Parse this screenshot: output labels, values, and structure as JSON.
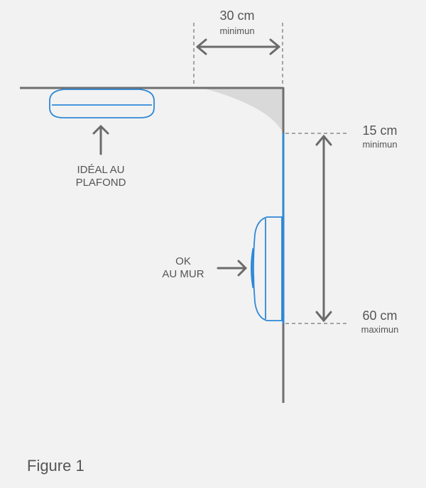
{
  "colors": {
    "background": "#f2f2f2",
    "structure": "#6f6f6f",
    "arrow": "#6b6b6b",
    "dashed": "#8a8a8a",
    "accent_blue": "#2f88d6",
    "shade": "#d9d9d9",
    "text": "#555555"
  },
  "top_dimension": {
    "value": "30 cm",
    "qualifier": "minimun"
  },
  "upper_dimension": {
    "value": "15 cm",
    "qualifier": "minimun"
  },
  "lower_dimension": {
    "value": "60 cm",
    "qualifier": "maximun"
  },
  "ceiling_label": {
    "line1": "IDÉAL AU",
    "line2": "PLAFOND"
  },
  "wall_label": {
    "line1": "OK",
    "line2": "AU MUR"
  },
  "caption": "Figure 1",
  "icons": [
    "ceiling-detector-icon",
    "wall-detector-icon",
    "up-arrow-icon",
    "right-arrow-icon",
    "double-arrow-icon"
  ]
}
